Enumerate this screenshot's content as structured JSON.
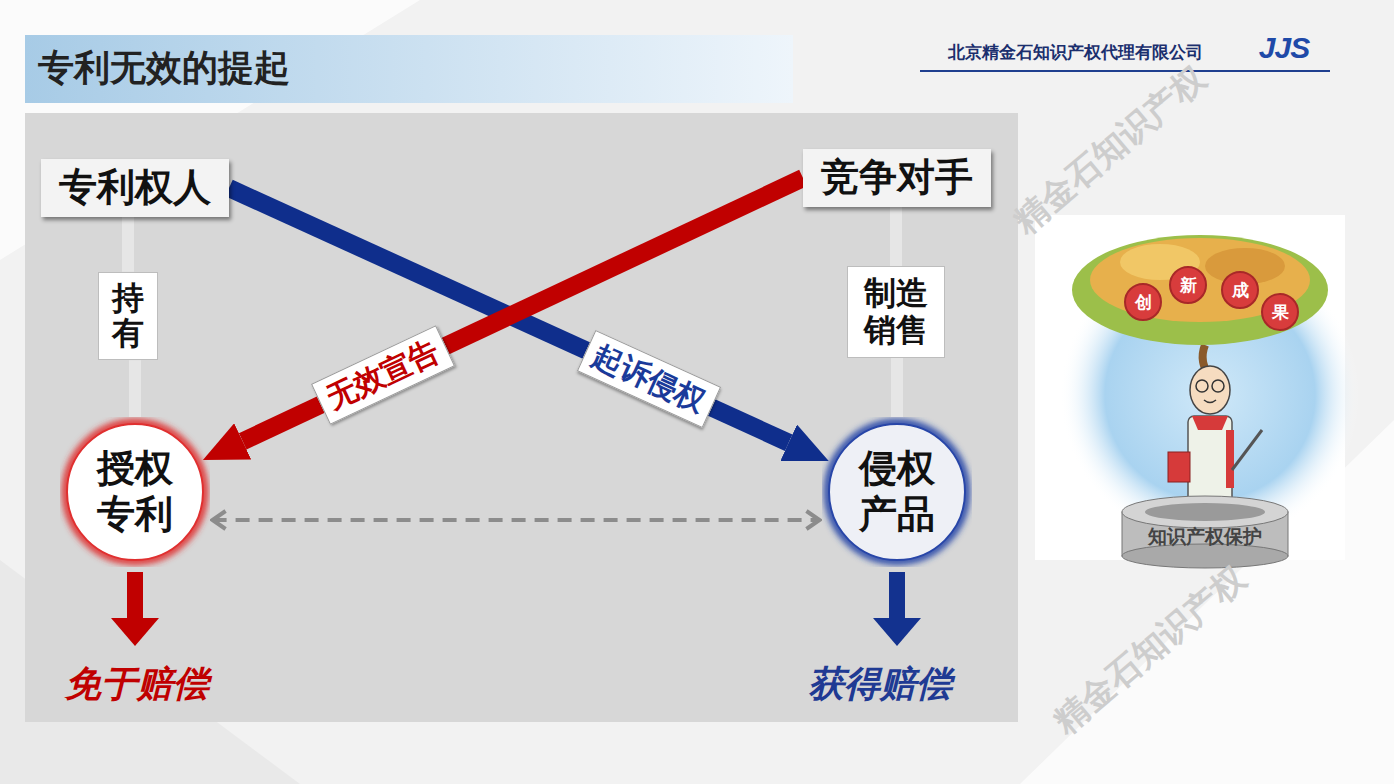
{
  "diagram": {
    "title": "专利无效的提起",
    "nodes": [
      {
        "text": [
          "专利权人"
        ]
      },
      {
        "text": [
          "竞争对手"
        ]
      },
      {
        "text": [
          "持有"
        ]
      },
      {
        "text": [
          "制造 销售"
        ]
      },
      {
        "text": [
          "授权 专利"
        ]
      },
      {
        "text": [
          "侵权 产品"
        ]
      }
    ],
    "edges": [
      {
        "from": 0,
        "to": 5,
        "label": "起诉侵权",
        "arrow": "to"
      },
      {
        "from": 1,
        "to": 4,
        "label": "无效宣告",
        "arrow": "to"
      },
      {
        "from": 4,
        "to": 5,
        "arrow": "both"
      },
      {
        "from": 0,
        "to": 2,
        "arrow": "none"
      },
      {
        "from": 2,
        "to": 4,
        "arrow": "none"
      },
      {
        "from": 1,
        "to": 3,
        "arrow": "none"
      },
      {
        "from": 3,
        "to": 5,
        "arrow": "none"
      }
    ],
    "labels": [
      "北京精金石知识产权代理有限公司",
      "JJS",
      "免于赔偿",
      "获得赔偿",
      "创",
      "新",
      "成",
      "果",
      "知识产权保护",
      "精金石知识产权",
      "精金石知识产权"
    ]
  }
}
